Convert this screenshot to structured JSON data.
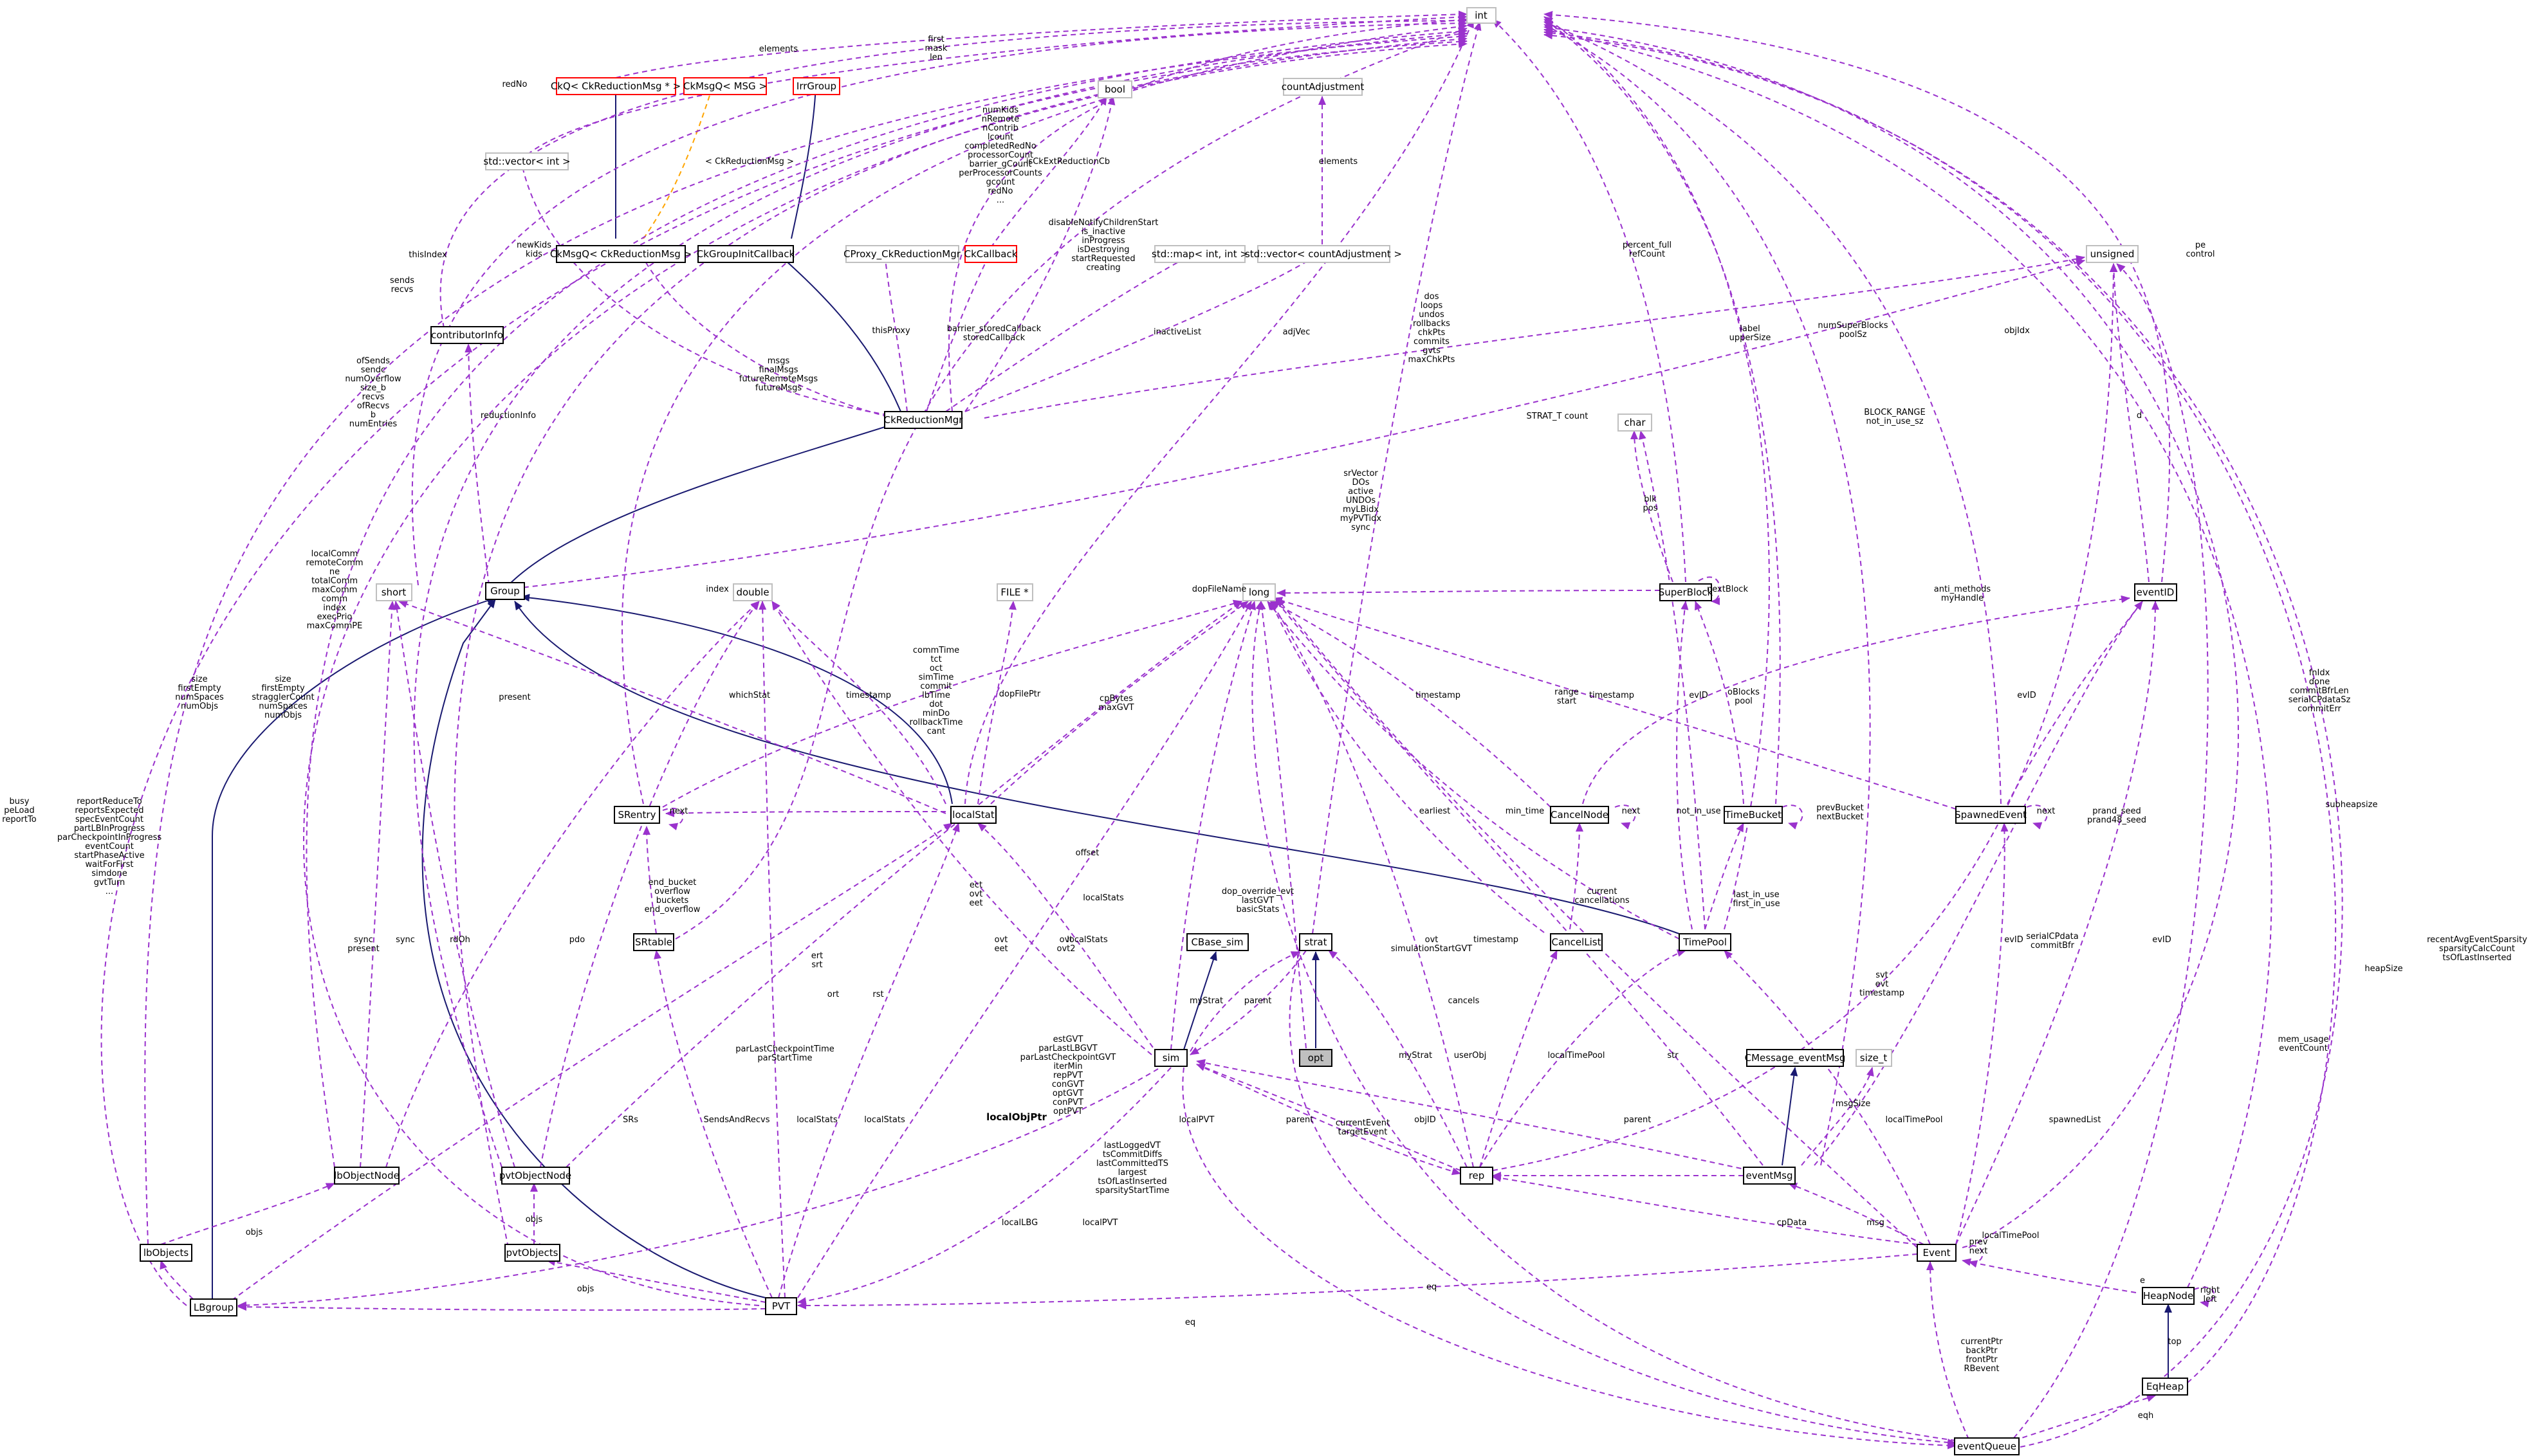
{
  "title": "localObjPtr collaboration diagram",
  "colors": {
    "usage": "#9a32cd",
    "inheritance": "#191970",
    "template": "#ffa500",
    "missing_class": "#ff0000",
    "external_class": "#bfbfbf",
    "focus_fill": "#bfbfbf"
  },
  "focus_label": "localObjPtr",
  "nodes": [
    {
      "id": "int",
      "label": "int",
      "style": "gray"
    },
    {
      "id": "ckq",
      "label": "CkQ< CkReductionMsg * >",
      "style": "red"
    },
    {
      "id": "ckmsgq_msg",
      "label": "CkMsgQ< MSG >",
      "style": "red"
    },
    {
      "id": "irrgroup",
      "label": "IrrGroup",
      "style": "red"
    },
    {
      "id": "vec_int",
      "label": "std::vector< int >",
      "style": "gray"
    },
    {
      "id": "bool",
      "label": "bool",
      "style": "gray"
    },
    {
      "id": "countadj",
      "label": "countAdjustment",
      "style": "gray"
    },
    {
      "id": "unsigned",
      "label": "unsigned",
      "style": "gray"
    },
    {
      "id": "ckmsgq_red",
      "label": "CkMsgQ< CkReductionMsg >",
      "style": "normal"
    },
    {
      "id": "ckgroupinit",
      "label": "CkGroupInitCallback",
      "style": "normal"
    },
    {
      "id": "cproxy",
      "label": "CProxy_CkReductionMgr",
      "style": "gray"
    },
    {
      "id": "ckcallback",
      "label": "CkCallback",
      "style": "red"
    },
    {
      "id": "map",
      "label": "std::map< int, int >",
      "style": "gray"
    },
    {
      "id": "vec_count",
      "label": "std::vector< countAdjustment >",
      "style": "gray"
    },
    {
      "id": "contrib",
      "label": "contributorInfo",
      "style": "normal"
    },
    {
      "id": "ckredmgr",
      "label": "CkReductionMgr",
      "style": "normal"
    },
    {
      "id": "char",
      "label": "char",
      "style": "gray"
    },
    {
      "id": "short",
      "label": "short",
      "style": "gray"
    },
    {
      "id": "group",
      "label": "Group",
      "style": "normal"
    },
    {
      "id": "double",
      "label": "double",
      "style": "gray"
    },
    {
      "id": "file",
      "label": "FILE *",
      "style": "gray"
    },
    {
      "id": "long",
      "label": "long",
      "style": "gray"
    },
    {
      "id": "superblock",
      "label": "SuperBlock",
      "style": "normal"
    },
    {
      "id": "eventid",
      "label": "eventID",
      "style": "normal"
    },
    {
      "id": "srentry",
      "label": "SRentry",
      "style": "normal"
    },
    {
      "id": "localstat",
      "label": "localStat",
      "style": "normal"
    },
    {
      "id": "cancelnode",
      "label": "CancelNode",
      "style": "normal"
    },
    {
      "id": "timebucket",
      "label": "TimeBucket",
      "style": "normal"
    },
    {
      "id": "spawned",
      "label": "SpawnedEvent",
      "style": "normal"
    },
    {
      "id": "srtable",
      "label": "SRtable",
      "style": "normal"
    },
    {
      "id": "cbase",
      "label": "CBase_sim",
      "style": "normal"
    },
    {
      "id": "strat",
      "label": "strat",
      "style": "normal"
    },
    {
      "id": "cancellist",
      "label": "CancelList",
      "style": "normal"
    },
    {
      "id": "timepool",
      "label": "TimePool",
      "style": "normal"
    },
    {
      "id": "opt",
      "label": "opt",
      "style": "focus"
    },
    {
      "id": "sim",
      "label": "sim",
      "style": "normal"
    },
    {
      "id": "cmessage",
      "label": "CMessage_eventMsg",
      "style": "normal"
    },
    {
      "id": "size_t",
      "label": "size_t",
      "style": "gray"
    },
    {
      "id": "lbobjnode",
      "label": "lbObjectNode",
      "style": "normal"
    },
    {
      "id": "pvtobjnode",
      "label": "pvtObjectNode",
      "style": "normal"
    },
    {
      "id": "rep",
      "label": "rep",
      "style": "normal"
    },
    {
      "id": "eventmsg",
      "label": "eventMsg",
      "style": "normal"
    },
    {
      "id": "lbobjects",
      "label": "lbObjects",
      "style": "normal"
    },
    {
      "id": "pvtobjects",
      "label": "pvtObjects",
      "style": "normal"
    },
    {
      "id": "event",
      "label": "Event",
      "style": "normal"
    },
    {
      "id": "lbgroup",
      "label": "LBgroup",
      "style": "normal"
    },
    {
      "id": "pvt",
      "label": "PVT",
      "style": "normal"
    },
    {
      "id": "heapnode",
      "label": "HeapNode",
      "style": "normal"
    },
    {
      "id": "eqheap",
      "label": "EqHeap",
      "style": "normal"
    },
    {
      "id": "eventqueue",
      "label": "eventQueue",
      "style": "normal"
    }
  ],
  "edge_labels": [
    {
      "id": "l_elements",
      "text": [
        "elements"
      ]
    },
    {
      "id": "l_firstmask",
      "text": [
        "first",
        "mask",
        "len"
      ]
    },
    {
      "id": "l_redno",
      "text": [
        "redNo"
      ]
    },
    {
      "id": "l_tmpl_red",
      "text": [
        "< CkReductionMsg >"
      ]
    },
    {
      "id": "l_numkids",
      "text": [
        "numKids",
        "nRemote",
        "nContrib",
        "lcount",
        "completedRedNo",
        "processorCount",
        "barrier_gCount",
        "perProcessorCounts",
        "gcount",
        "redNo",
        "..."
      ]
    },
    {
      "id": "l_isckext",
      "text": [
        "isCkExtReductionCb"
      ]
    },
    {
      "id": "l_elements2",
      "text": [
        "elements"
      ]
    },
    {
      "id": "l_newkids",
      "text": [
        "newKids",
        "kids"
      ]
    },
    {
      "id": "l_thisindex",
      "text": [
        "thisIndex"
      ]
    },
    {
      "id": "l_disable",
      "text": [
        "disableNotifyChildrenStart",
        "is_inactive",
        "inProgress",
        "isDestroying",
        "startRequested",
        "creating"
      ]
    },
    {
      "id": "l_percent",
      "text": [
        "percent_full",
        "refCount"
      ]
    },
    {
      "id": "l_pe",
      "text": [
        "pe",
        "control"
      ]
    },
    {
      "id": "l_sends",
      "text": [
        "sends",
        "recvs"
      ]
    },
    {
      "id": "l_msgs",
      "text": [
        "msgs",
        "finalMsgs",
        "futureRemoteMsgs",
        "futureMsgs"
      ]
    },
    {
      "id": "l_thisproxy",
      "text": [
        "thisProxy"
      ]
    },
    {
      "id": "l_barrier",
      "text": [
        "barrier_storedCallback",
        "storedCallback"
      ]
    },
    {
      "id": "l_inactive",
      "text": [
        "inactiveList"
      ]
    },
    {
      "id": "l_adjvec",
      "text": [
        "adjVec"
      ]
    },
    {
      "id": "l_dos",
      "text": [
        "dos",
        "loops",
        "undos",
        "rollbacks",
        "chkPts",
        "commits",
        "gvts",
        "maxChkPts"
      ]
    },
    {
      "id": "l_label",
      "text": [
        "label",
        "upperSize"
      ]
    },
    {
      "id": "l_numsuper",
      "text": [
        "numSuperBlocks",
        "poolSz"
      ]
    },
    {
      "id": "l_objidx",
      "text": [
        "objIdx"
      ]
    },
    {
      "id": "l_d",
      "text": [
        "d"
      ]
    },
    {
      "id": "l_reductioninfo",
      "text": [
        "reductionInfo"
      ]
    },
    {
      "id": "l_ofsends",
      "text": [
        "ofSends",
        "sendc",
        "numOverflow",
        "size_b",
        "recvs",
        "ofRecvs",
        "b",
        "numEntries"
      ]
    },
    {
      "id": "l_strat_t",
      "text": [
        "STRAT_T"
      ]
    },
    {
      "id": "l_count",
      "text": [
        "count"
      ]
    },
    {
      "id": "l_block",
      "text": [
        "BLOCK_RANGE",
        "not_in_use_sz"
      ]
    },
    {
      "id": "l_localcomm",
      "text": [
        "localComm",
        "remoteComm",
        "ne",
        "totalComm",
        "maxComm",
        "comm",
        "index",
        "execPrio",
        "maxCommPE"
      ]
    },
    {
      "id": "l_srvector",
      "text": [
        "srVector",
        "DOs",
        "active",
        "UNDOs",
        "myLBidx",
        "myPVTidx",
        "sync"
      ]
    },
    {
      "id": "l_antimethods",
      "text": [
        "anti_methods",
        "myHandle"
      ]
    },
    {
      "id": "l_blk",
      "text": [
        "blk",
        "pos"
      ]
    },
    {
      "id": "l_nextblock",
      "text": [
        "nextBlock"
      ]
    },
    {
      "id": "l_index",
      "text": [
        "index"
      ]
    },
    {
      "id": "l_dopfilename",
      "text": [
        "dopFileName"
      ]
    },
    {
      "id": "l_size1",
      "text": [
        "size",
        "firstEmpty",
        "numSpaces",
        "numObjs"
      ]
    },
    {
      "id": "l_size2",
      "text": [
        "size",
        "firstEmpty",
        "stragglerCount",
        "numSpaces",
        "numObjs"
      ]
    },
    {
      "id": "l_commtime",
      "text": [
        "commTime",
        "tct",
        "oct",
        "simTime",
        "commit",
        "lbTime",
        "dot",
        "minDo",
        "rollbackTime",
        "cant"
      ]
    },
    {
      "id": "l_cpbytes",
      "text": [
        "cpBytes",
        "maxGVT"
      ]
    },
    {
      "id": "l_dopfileptr",
      "text": [
        "dopFilePtr"
      ]
    },
    {
      "id": "l_present",
      "text": [
        "present"
      ]
    },
    {
      "id": "l_whichstat",
      "text": [
        "whichStat"
      ]
    },
    {
      "id": "l_timestamp1",
      "text": [
        "timestamp"
      ]
    },
    {
      "id": "l_timestamp2",
      "text": [
        "timestamp"
      ]
    },
    {
      "id": "l_range",
      "text": [
        "range",
        "start"
      ]
    },
    {
      "id": "l_timestamp3",
      "text": [
        "timestamp"
      ]
    },
    {
      "id": "l_evid1",
      "text": [
        "evID"
      ]
    },
    {
      "id": "l_oblocks",
      "text": [
        "oBlocks",
        "pool"
      ]
    },
    {
      "id": "l_evid2",
      "text": [
        "evID"
      ]
    },
    {
      "id": "l_busy",
      "text": [
        "busy",
        "peLoad",
        "reportTo"
      ]
    },
    {
      "id": "l_reportreduce",
      "text": [
        "reportReduceTo",
        "reportsExpected",
        "specEventCount",
        "partLBInProgress",
        "parCheckpointInProgress",
        "eventCount",
        "startPhaseActive",
        "waitForFirst",
        "simdone",
        "gvtTurn",
        "..."
      ]
    },
    {
      "id": "l_next_sr",
      "text": [
        "next"
      ]
    },
    {
      "id": "l_earliest",
      "text": [
        "earliest"
      ]
    },
    {
      "id": "l_mintime",
      "text": [
        "min_time"
      ]
    },
    {
      "id": "l_next_cn",
      "text": [
        "next"
      ]
    },
    {
      "id": "l_notinuse",
      "text": [
        "not_in_use"
      ]
    },
    {
      "id": "l_prevbucket",
      "text": [
        "prevBucket",
        "nextBucket"
      ]
    },
    {
      "id": "l_next_sp",
      "text": [
        "next"
      ]
    },
    {
      "id": "l_prand",
      "text": [
        "prand_seed",
        "prand48_seed"
      ]
    },
    {
      "id": "l_offset",
      "text": [
        "offset"
      ]
    },
    {
      "id": "l_endbucket",
      "text": [
        "end_bucket",
        "overflow",
        "buckets",
        "end_overflow"
      ]
    },
    {
      "id": "l_localstats1",
      "text": [
        "localStats"
      ]
    },
    {
      "id": "l_dop",
      "text": [
        "dop_override_evt",
        "lastGVT",
        "basicStats"
      ]
    },
    {
      "id": "l_ovt2",
      "text": [
        "ovt",
        "simulationStartGVT"
      ]
    },
    {
      "id": "l_timestamp4",
      "text": [
        "timestamp"
      ]
    },
    {
      "id": "l_current",
      "text": [
        "current",
        "cancellations"
      ]
    },
    {
      "id": "l_lastinuse",
      "text": [
        "last_in_use",
        "first_in_use"
      ]
    },
    {
      "id": "l_sync",
      "text": [
        "sync",
        "present"
      ]
    },
    {
      "id": "l_sync2",
      "text": [
        "sync"
      ]
    },
    {
      "id": "l_rdoh",
      "text": [
        "rdOh"
      ]
    },
    {
      "id": "l_ect",
      "text": [
        "ect",
        "ovt",
        "eet"
      ]
    },
    {
      "id": "l_ovt",
      "text": [
        "ovt",
        "eet"
      ]
    },
    {
      "id": "l_ovt3",
      "text": [
        "ovt",
        "ovt2"
      ]
    },
    {
      "id": "l_localstats2",
      "text": [
        "localStats"
      ]
    },
    {
      "id": "l_ert",
      "text": [
        "ert",
        "srt"
      ]
    },
    {
      "id": "l_ort",
      "text": [
        "ort"
      ]
    },
    {
      "id": "l_rst",
      "text": [
        "rst"
      ]
    },
    {
      "id": "l_mystrat",
      "text": [
        "myStrat"
      ]
    },
    {
      "id": "l_parent1",
      "text": [
        "parent"
      ]
    },
    {
      "id": "l_cancels",
      "text": [
        "cancels"
      ]
    },
    {
      "id": "l_svt",
      "text": [
        "svt",
        "evt",
        "timestamp"
      ]
    },
    {
      "id": "l_serialcp",
      "text": [
        "serialCPdata",
        "commitBfr"
      ]
    },
    {
      "id": "l_evid3",
      "text": [
        "evID"
      ]
    },
    {
      "id": "l_evid4",
      "text": [
        "evID"
      ]
    },
    {
      "id": "l_fnidx",
      "text": [
        "fnIdx",
        "done",
        "commitBfrLen",
        "serialCPdataSz",
        "commitErr"
      ]
    },
    {
      "id": "l_subheap",
      "text": [
        "subheapsize"
      ]
    },
    {
      "id": "l_heapsize",
      "text": [
        "heapSize"
      ]
    },
    {
      "id": "l_recentavg",
      "text": [
        "recentAvgEventSparsity",
        "sparsityCalcCount",
        "tsOfLastInserted"
      ]
    },
    {
      "id": "l_pdo",
      "text": [
        "pdo"
      ]
    },
    {
      "id": "l_estgvt",
      "text": [
        "estGVT",
        "parLastLBGVT",
        "parLastCheckpointGVT",
        "iterMin",
        "repPVT",
        "conGVT",
        "optGVT",
        "conPVT",
        "optPVT"
      ]
    },
    {
      "id": "l_parlast",
      "text": [
        "parLastCheckpointTime",
        "parStartTime"
      ]
    },
    {
      "id": "l_mystrat2",
      "text": [
        "myStrat"
      ]
    },
    {
      "id": "l_userobj",
      "text": [
        "userObj"
      ]
    },
    {
      "id": "l_localtimepool",
      "text": [
        "localTimePool"
      ]
    },
    {
      "id": "l_str",
      "text": [
        "str"
      ]
    },
    {
      "id": "l_msgsize",
      "text": [
        "msgSize"
      ]
    },
    {
      "id": "l_memusage",
      "text": [
        "mem_usage",
        "eventCount"
      ]
    },
    {
      "id": "l_srs",
      "text": [
        "SRs"
      ]
    },
    {
      "id": "l_sendsandrecvs",
      "text": [
        "SendsAndRecvs"
      ]
    },
    {
      "id": "l_localstats3",
      "text": [
        "localStats"
      ]
    },
    {
      "id": "l_localstats4",
      "text": [
        "localStats"
      ]
    },
    {
      "id": "l_objs1",
      "text": [
        "objs"
      ]
    },
    {
      "id": "l_objs2",
      "text": [
        "objs"
      ]
    },
    {
      "id": "l_objs3",
      "text": [
        "objs"
      ]
    },
    {
      "id": "l_lastlogged",
      "text": [
        "lastLoggedVT",
        "tsCommitDiffs",
        "lastCommittedTS",
        "largest",
        "tsOfLastInserted",
        "sparsityStartTime"
      ]
    },
    {
      "id": "l_localpvt1",
      "text": [
        "localPVT"
      ]
    },
    {
      "id": "l_localpvt2",
      "text": [
        "localPVT"
      ]
    },
    {
      "id": "l_locallbg",
      "text": [
        "localLBG"
      ]
    },
    {
      "id": "l_currentevent",
      "text": [
        "currentEvent",
        "targetEvent"
      ]
    },
    {
      "id": "l_parent2",
      "text": [
        "parent"
      ]
    },
    {
      "id": "l_objid",
      "text": [
        "objID"
      ]
    },
    {
      "id": "l_parent3",
      "text": [
        "parent"
      ]
    },
    {
      "id": "l_cpdata",
      "text": [
        "cpData"
      ]
    },
    {
      "id": "l_msg",
      "text": [
        "msg"
      ]
    },
    {
      "id": "l_spawnedlist",
      "text": [
        "spawnedList"
      ]
    },
    {
      "id": "l_localtimepool2",
      "text": [
        "localTimePool"
      ]
    },
    {
      "id": "l_localtimepool3",
      "text": [
        "localTimePool"
      ]
    },
    {
      "id": "l_prevnext",
      "text": [
        "prev",
        "next"
      ]
    },
    {
      "id": "l_e",
      "text": [
        "e"
      ]
    },
    {
      "id": "l_rightleft",
      "text": [
        "right",
        "left"
      ]
    },
    {
      "id": "l_top",
      "text": [
        "top"
      ]
    },
    {
      "id": "l_eqh",
      "text": [
        "eqh"
      ]
    },
    {
      "id": "l_currentptr",
      "text": [
        "currentPtr",
        "backPtr",
        "frontPtr",
        "RBevent"
      ]
    },
    {
      "id": "l_eq1",
      "text": [
        "eq"
      ]
    },
    {
      "id": "l_eq2",
      "text": [
        "eq"
      ]
    }
  ]
}
